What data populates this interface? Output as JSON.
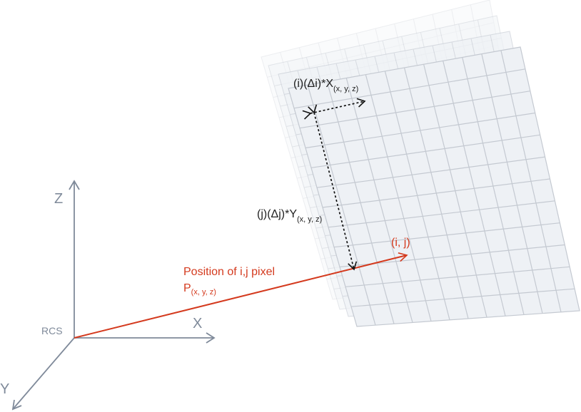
{
  "diagram": {
    "axes": {
      "origin_label": "RCS",
      "x_label": "X",
      "y_label": "Y",
      "z_label": "Z"
    },
    "position_vector": {
      "label": "Position of i,j pixel",
      "symbol": "P",
      "subscript": "(x, y, z)"
    },
    "pixel_label": "(i, j)",
    "row_step": {
      "text": "(i)(Δi)*X",
      "subscript": "(x, y, z)"
    },
    "column_step": {
      "text": "(j)(Δj)*Y",
      "subscript": "(x, y, z)"
    },
    "colors": {
      "axis": "#7f8a9a",
      "vector": "#d43a1e",
      "text": "#222222",
      "grid_line": "#c9ced6",
      "grid_fill": "#eef1f5"
    }
  }
}
